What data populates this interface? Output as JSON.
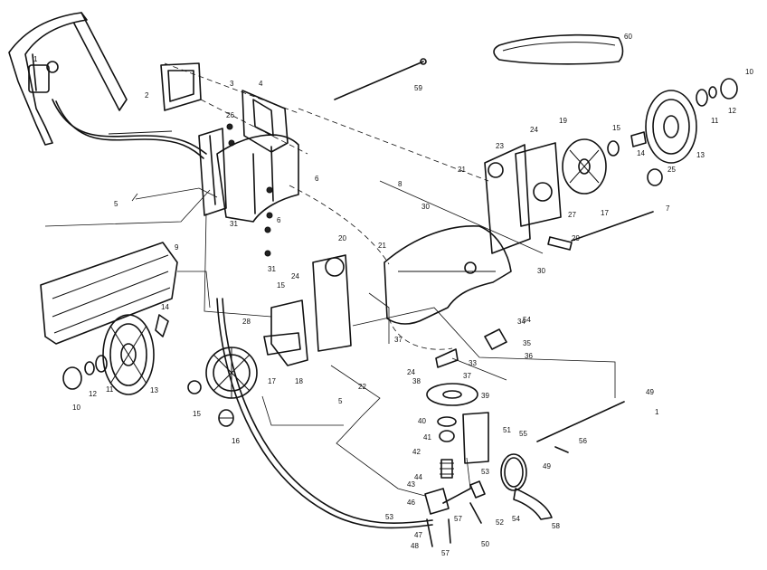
{
  "diagram": {
    "callouts": [
      {
        "id": "c1a",
        "text": "1"
      },
      {
        "id": "c1b",
        "text": "1"
      },
      {
        "id": "c2",
        "text": "2"
      },
      {
        "id": "c3",
        "text": "3"
      },
      {
        "id": "c4",
        "text": "4"
      },
      {
        "id": "c5a",
        "text": "5"
      },
      {
        "id": "c5b",
        "text": "5"
      },
      {
        "id": "c6a",
        "text": "6"
      },
      {
        "id": "c6b",
        "text": "6"
      },
      {
        "id": "c7",
        "text": "7"
      },
      {
        "id": "c8",
        "text": "8"
      },
      {
        "id": "c9",
        "text": "9"
      },
      {
        "id": "c10a",
        "text": "10"
      },
      {
        "id": "c10b",
        "text": "10"
      },
      {
        "id": "c11a",
        "text": "11"
      },
      {
        "id": "c11b",
        "text": "11"
      },
      {
        "id": "c12a",
        "text": "12"
      },
      {
        "id": "c12b",
        "text": "12"
      },
      {
        "id": "c13a",
        "text": "13"
      },
      {
        "id": "c13b",
        "text": "13"
      },
      {
        "id": "c14a",
        "text": "14"
      },
      {
        "id": "c14b",
        "text": "14"
      },
      {
        "id": "c15a",
        "text": "15"
      },
      {
        "id": "c15b",
        "text": "15"
      },
      {
        "id": "c15c",
        "text": "15"
      },
      {
        "id": "c16",
        "text": "16"
      },
      {
        "id": "c17a",
        "text": "17"
      },
      {
        "id": "c17b",
        "text": "17"
      },
      {
        "id": "c18",
        "text": "18"
      },
      {
        "id": "c19",
        "text": "19"
      },
      {
        "id": "c20",
        "text": "20"
      },
      {
        "id": "c21a",
        "text": "21"
      },
      {
        "id": "c21b",
        "text": "21"
      },
      {
        "id": "c22",
        "text": "22"
      },
      {
        "id": "c23",
        "text": "23"
      },
      {
        "id": "c24a",
        "text": "24"
      },
      {
        "id": "c24b",
        "text": "24"
      },
      {
        "id": "c24c",
        "text": "24"
      },
      {
        "id": "c25",
        "text": "25"
      },
      {
        "id": "c26",
        "text": "26"
      },
      {
        "id": "c27",
        "text": "27"
      },
      {
        "id": "c28",
        "text": "28"
      },
      {
        "id": "c29",
        "text": "29"
      },
      {
        "id": "c30a",
        "text": "30"
      },
      {
        "id": "c30b",
        "text": "30"
      },
      {
        "id": "c31a",
        "text": "31"
      },
      {
        "id": "c31b",
        "text": "31"
      },
      {
        "id": "c33",
        "text": "33"
      },
      {
        "id": "c34",
        "text": "34"
      },
      {
        "id": "c35",
        "text": "35"
      },
      {
        "id": "c36",
        "text": "36"
      },
      {
        "id": "c37a",
        "text": "37"
      },
      {
        "id": "c37b",
        "text": "37"
      },
      {
        "id": "c38",
        "text": "38"
      },
      {
        "id": "c39",
        "text": "39"
      },
      {
        "id": "c40",
        "text": "40"
      },
      {
        "id": "c41",
        "text": "41"
      },
      {
        "id": "c42",
        "text": "42"
      },
      {
        "id": "c43",
        "text": "43"
      },
      {
        "id": "c44",
        "text": "44"
      },
      {
        "id": "c46",
        "text": "46"
      },
      {
        "id": "c47",
        "text": "47"
      },
      {
        "id": "c48",
        "text": "48"
      },
      {
        "id": "c49a",
        "text": "49"
      },
      {
        "id": "c49b",
        "text": "49"
      },
      {
        "id": "c50",
        "text": "50"
      },
      {
        "id": "c51",
        "text": "51"
      },
      {
        "id": "c52",
        "text": "52"
      },
      {
        "id": "c53a",
        "text": "53"
      },
      {
        "id": "c53b",
        "text": "53"
      },
      {
        "id": "c54a",
        "text": "54"
      },
      {
        "id": "c54b",
        "text": "54"
      },
      {
        "id": "c55",
        "text": "55"
      },
      {
        "id": "c56",
        "text": "56"
      },
      {
        "id": "c57a",
        "text": "57"
      },
      {
        "id": "c57b",
        "text": "57"
      },
      {
        "id": "c58",
        "text": "58"
      },
      {
        "id": "c59",
        "text": "59"
      },
      {
        "id": "c60",
        "text": "60"
      }
    ]
  }
}
